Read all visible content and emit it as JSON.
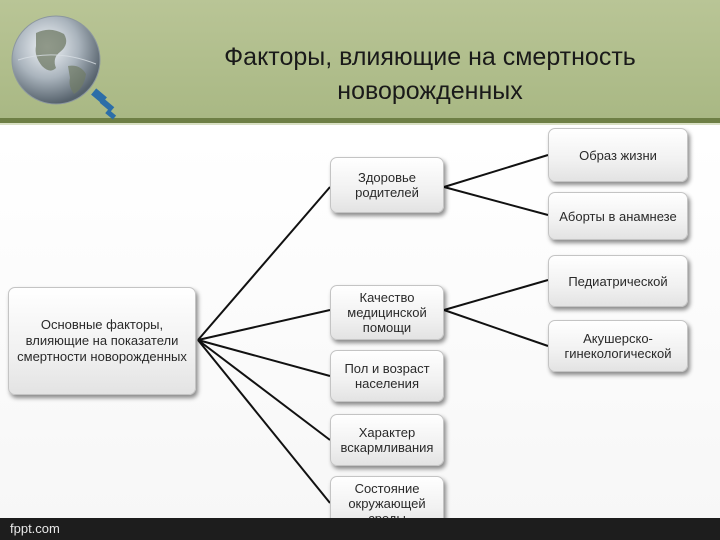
{
  "title": "Факторы, влияющие на смертность новорожденных",
  "main_box": "Основные факторы, влияющие на показатели смертности новорожденных",
  "middle_boxes": [
    "Здоровье родителей",
    "Качество медицинской помощи",
    "Пол и возраст населения",
    "Характер вскармливания",
    "Состояние окружающей среды"
  ],
  "right_boxes": [
    "Образ жизни",
    "Аборты в анамнезе",
    "Педиатрической",
    "Акушерско-гинекологической"
  ],
  "footer": "fppt.com",
  "colors": {
    "header": "#b9c596",
    "header_line": "#6e7f45",
    "footer": "#1d1d1d",
    "connector": "#111111"
  },
  "icons": [
    "globe-icon"
  ]
}
